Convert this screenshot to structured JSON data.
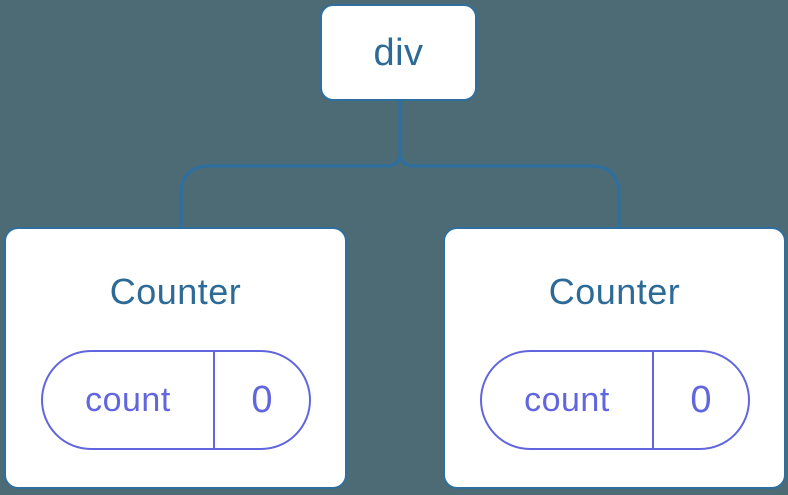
{
  "colors": {
    "background": "#4D6B75",
    "node_border_blue": "#2E6F9F",
    "node_text_blue": "#2D6B96",
    "state_purple": "#6166DE",
    "node_background": "#FFFFFF"
  },
  "tree": {
    "root": {
      "label": "div"
    },
    "children": [
      {
        "label": "Counter",
        "state": {
          "key": "count",
          "value": "0"
        }
      },
      {
        "label": "Counter",
        "state": {
          "key": "count",
          "value": "0"
        }
      }
    ]
  }
}
